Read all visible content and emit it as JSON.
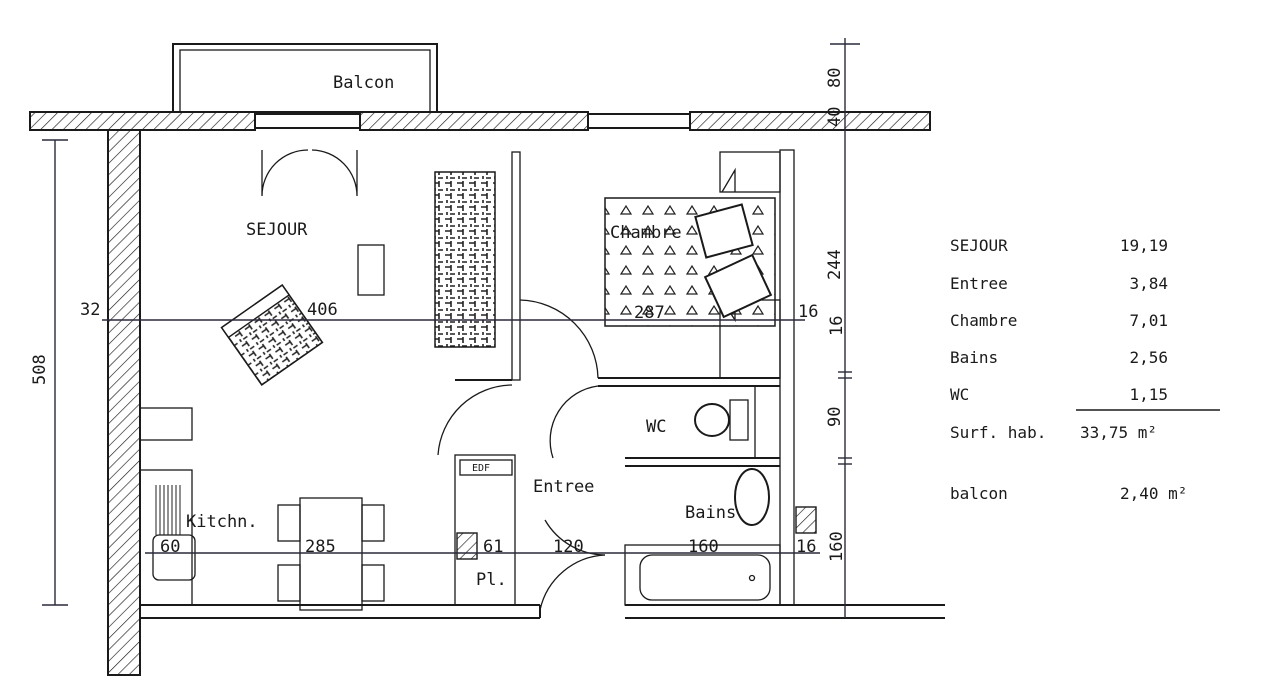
{
  "rooms": {
    "balcon": "Balcon",
    "sejour": "SEJOUR",
    "chambre": "Chambre",
    "wc": "WC",
    "entree": "Entree",
    "bains": "Bains",
    "kitchen": "Kitchn.",
    "placard": "Pl.",
    "edf": "EDF"
  },
  "dimensions": {
    "overall_height": "508",
    "row1": [
      "32",
      "406",
      "287",
      "16"
    ],
    "row2": [
      "60",
      "285",
      "61",
      "120",
      "160",
      "16"
    ],
    "vertical": [
      "80",
      "40",
      "244",
      "16",
      "90",
      "160"
    ]
  },
  "areas": {
    "rows": [
      {
        "label": "SEJOUR",
        "value": "19,19"
      },
      {
        "label": "Entree",
        "value": "3,84"
      },
      {
        "label": "Chambre",
        "value": "7,01"
      },
      {
        "label": "Bains",
        "value": "2,56"
      },
      {
        "label": "WC",
        "value": "1,15"
      }
    ],
    "total": {
      "label": "Surf. hab.",
      "value": "33,75 m²"
    },
    "balcony": {
      "label": "balcon",
      "value": "2,40 m²"
    }
  }
}
